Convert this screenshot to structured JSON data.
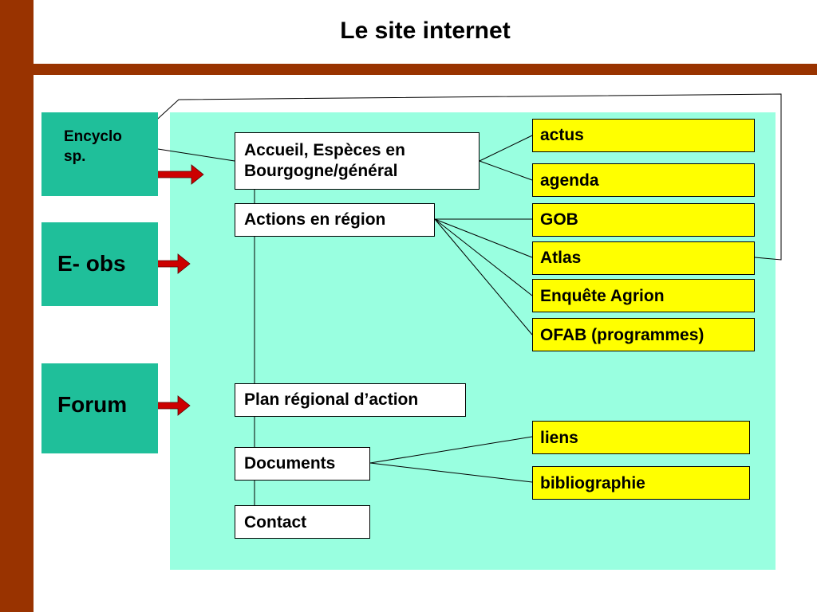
{
  "title": "Le site internet",
  "side": {
    "encyclo_line1": "Encyclo",
    "encyclo_line2": "sp.",
    "eobs": "E- obs",
    "forum": "Forum"
  },
  "menu": {
    "accueil_line1": "Accueil, Espèces en",
    "accueil_line2": "Bourgogne/général",
    "actions": "Actions en région",
    "plan": "Plan régional d’action",
    "documents": "Documents",
    "contact": "Contact"
  },
  "sub": {
    "actus": "actus",
    "agenda": "agenda",
    "gob": "GOB",
    "atlas": "Atlas",
    "enquete": "Enquête Agrion",
    "ofab": "OFAB (programmes)",
    "liens": "liens",
    "biblio": "bibliographie"
  },
  "colors": {
    "brand_brown": "#993300",
    "panel_mint": "#99ffe0",
    "side_teal": "#1fbf9a",
    "sub_yellow": "#ffff00",
    "arrow_red": "#cc0000"
  },
  "icons": [
    "double-arrow-icon"
  ]
}
